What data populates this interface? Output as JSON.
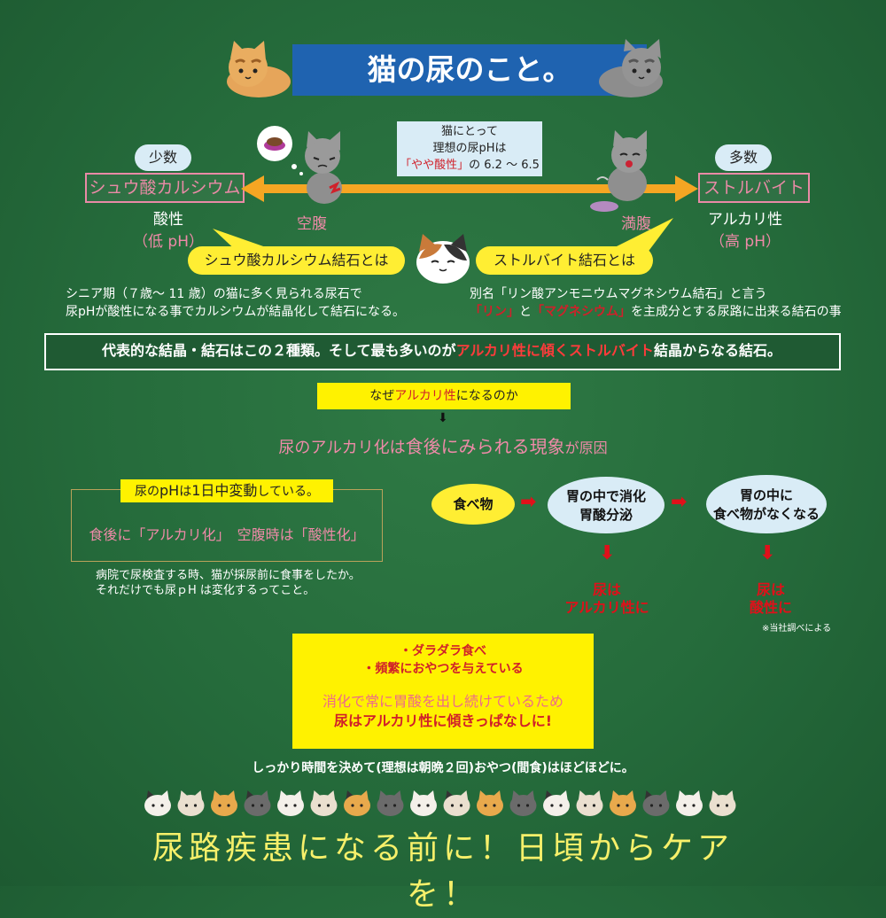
{
  "title": "猫の尿のこと。",
  "left": {
    "count_label": "少数",
    "crystal_name": "シュウ酸カルシウム",
    "property": "酸性",
    "ph": "（低 pH）",
    "state": "空腹"
  },
  "right": {
    "count_label": "多数",
    "crystal_name": "ストルバイト",
    "property": "アルカリ性",
    "ph": "（高 pH）",
    "state": "満腹"
  },
  "center_box": {
    "line1": "猫にとって",
    "line2": "理想の尿pHは",
    "highlight": "「やや酸性」",
    "line3_suffix": "の 6.2 ～ 6.5"
  },
  "bubble_left": "シュウ酸カルシウム結石とは",
  "bubble_right": "ストルバイト結石とは",
  "desc_left": {
    "line1": "シニア期（７歳～ 11 歳）の猫に多く見られる尿石で",
    "line2": "尿pHが酸性になる事でカルシウムが結晶化して結石になる。"
  },
  "desc_right": {
    "line1": "別名「リン酸アンモニウムマグネシウム結石」と言う",
    "red1": "「リン」",
    "mid": "と",
    "red2": "「マグネシウム」",
    "tail": "を主成分とする尿路に出来る結石の事"
  },
  "banner": {
    "part1": "代表的な結晶・結石はこの２種類。そして最も多いのが",
    "red": "アルカリ性に傾くストルバイト",
    "part2": "結晶からなる結石。"
  },
  "why": {
    "prefix": "なぜ",
    "red": "アルカリ性",
    "suffix": "になるのか",
    "answer_pink": "尿のアルカリ化は",
    "answer_pink_big": "食後にみられる現象",
    "answer_tail": "が原因"
  },
  "ph_box": {
    "title_a": "尿の",
    "title_b": "pH",
    "title_c": "は",
    "title_d": "1日中変動",
    "title_e": "している。",
    "line": "食後に「アルカリ化」　空腹時は「酸性化」",
    "note1": "病院で尿検査する時、猫が採尿前に食事をしたか。",
    "note2": "それだけでも尿ｐH は変化するってこと。"
  },
  "flow": {
    "food": "食べ物",
    "stomach1_a": "胃の中で消化",
    "stomach1_b": "胃酸分泌",
    "stomach2_a": "胃の中に",
    "stomach2_b": "食べ物がなくなる",
    "result1_a": "尿は",
    "result1_b": "アルカリ性に",
    "result2_a": "尿は",
    "result2_b": "酸性に",
    "source_note": "※当社調べによる"
  },
  "yellow_box": {
    "bullet1": "・ダラダラ食べ",
    "bullet2": "・頻繁におやつを与えている",
    "line1": "消化で常に胃酸を出し続けているため",
    "line2": "尿はアルカリ性に傾きっぱなしに!"
  },
  "advice": "しっかり時間を決めて(理想は朝晩２回)おやつ(間食)はほどほどに。",
  "slogan": "尿路疾患になる前に！日頃からケアを！",
  "colors": {
    "background": "#256b3b",
    "title_blue": "#1f63b0",
    "accent_red": "#d0202a",
    "accent_pink": "#ee8aa8",
    "yellow": "#fff200",
    "light_blue": "#d9ecf6",
    "arrow_orange": "#f5a623"
  }
}
